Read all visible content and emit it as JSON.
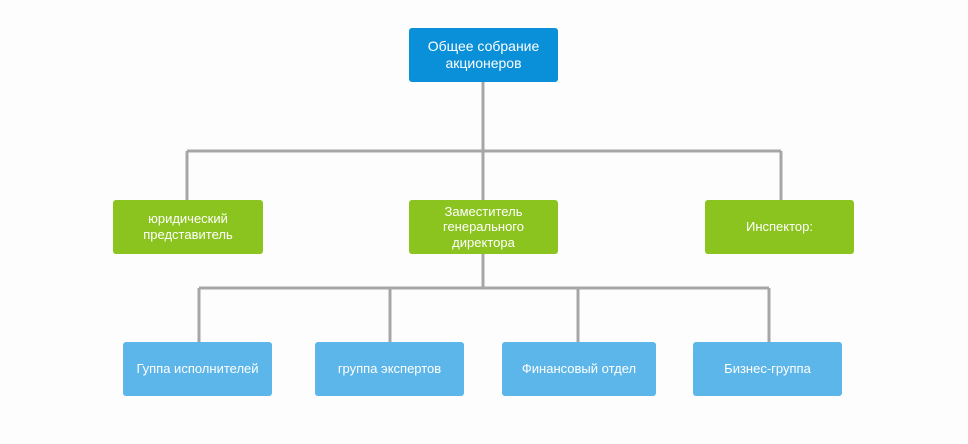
{
  "org_chart": {
    "root": {
      "label": "Общее собрание акционеров"
    },
    "level2": [
      {
        "label": "юридический представитель"
      },
      {
        "label": "Заместитель генерального директора"
      },
      {
        "label": "Инспектор:"
      }
    ],
    "level3": [
      {
        "label": "Гуппа исполнителей"
      },
      {
        "label": "группа экспертов"
      },
      {
        "label": "Финансовый отдел"
      },
      {
        "label": "Бизнес-группа"
      }
    ]
  },
  "colors": {
    "root_fill": "#0a90d8",
    "level2_fill": "#8cc41f",
    "level3_fill": "#5cb6ea",
    "connector": "#a6a6a6"
  }
}
